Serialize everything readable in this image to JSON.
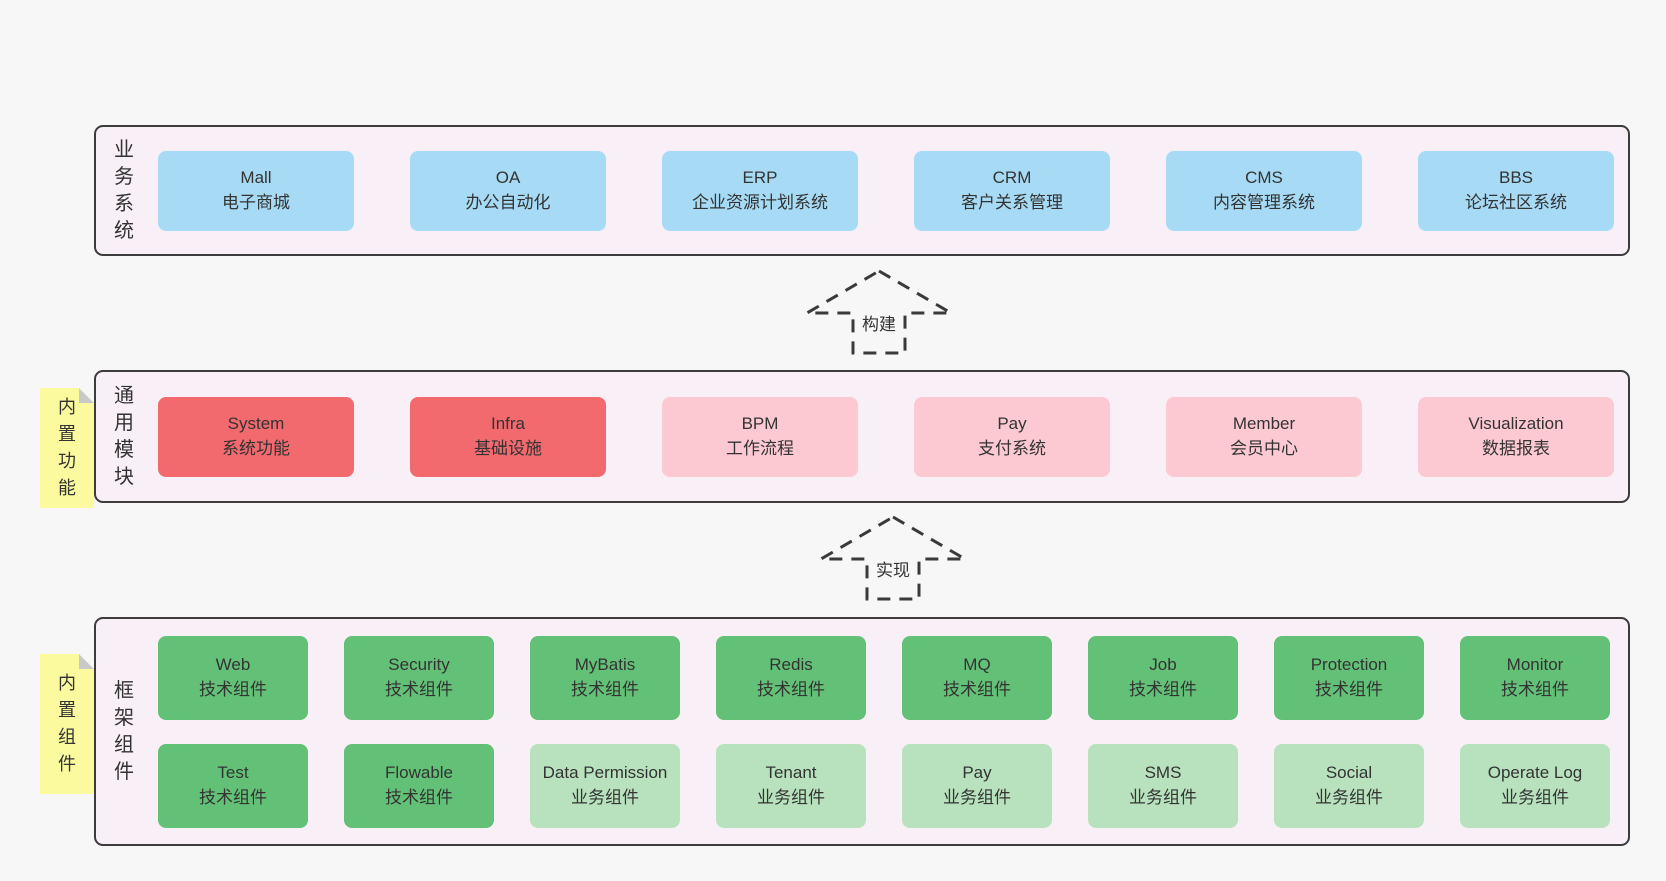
{
  "page": {
    "background": "#f7f7f7"
  },
  "colors": {
    "panel_bg": "#f9eff7",
    "panel_border": "#3c3c3c",
    "box_blue": "#a6daf5",
    "box_red": "#f2696e",
    "box_pink": "#fcc9d2",
    "box_green": "#63c177",
    "box_light_green": "#b8e2bd",
    "sticky_yellow": "#fbfa9e",
    "arrow_dash": "#3a3a3a",
    "text": "#333333"
  },
  "arrows": [
    {
      "label": "构建"
    },
    {
      "label": "实现"
    }
  ],
  "stickies": [
    {
      "label": "内置功能"
    },
    {
      "label": "内置组件"
    }
  ],
  "panels": [
    {
      "side_label": "业务系统",
      "rows": [
        [
          {
            "title": "Mall",
            "subtitle": "电子商城",
            "variant": "blue",
            "name": "box-mall"
          },
          {
            "title": "OA",
            "subtitle": "办公自动化",
            "variant": "blue",
            "name": "box-oa"
          },
          {
            "title": "ERP",
            "subtitle": "企业资源计划系统",
            "variant": "blue",
            "name": "box-erp"
          },
          {
            "title": "CRM",
            "subtitle": "客户关系管理",
            "variant": "blue",
            "name": "box-crm"
          },
          {
            "title": "CMS",
            "subtitle": "内容管理系统",
            "variant": "blue",
            "name": "box-cms"
          },
          {
            "title": "BBS",
            "subtitle": "论坛社区系统",
            "variant": "blue",
            "name": "box-bbs"
          }
        ]
      ]
    },
    {
      "side_label": "通用模块",
      "rows": [
        [
          {
            "title": "System",
            "subtitle": "系统功能",
            "variant": "red",
            "name": "box-system"
          },
          {
            "title": "Infra",
            "subtitle": "基础设施",
            "variant": "red",
            "name": "box-infra"
          },
          {
            "title": "BPM",
            "subtitle": "工作流程",
            "variant": "pink",
            "name": "box-bpm"
          },
          {
            "title": "Pay",
            "subtitle": "支付系统",
            "variant": "pink",
            "name": "box-pay-system"
          },
          {
            "title": "Member",
            "subtitle": "会员中心",
            "variant": "pink",
            "name": "box-member"
          },
          {
            "title": "Visualization",
            "subtitle": "数据报表",
            "variant": "pink",
            "name": "box-visualization"
          }
        ]
      ]
    },
    {
      "side_label": "框架组件",
      "rows": [
        [
          {
            "title": "Web",
            "subtitle": "技术组件",
            "variant": "green",
            "name": "box-web"
          },
          {
            "title": "Security",
            "subtitle": "技术组件",
            "variant": "green",
            "name": "box-security"
          },
          {
            "title": "MyBatis",
            "subtitle": "技术组件",
            "variant": "green",
            "name": "box-mybatis"
          },
          {
            "title": "Redis",
            "subtitle": "技术组件",
            "variant": "green",
            "name": "box-redis"
          },
          {
            "title": "MQ",
            "subtitle": "技术组件",
            "variant": "green",
            "name": "box-mq"
          },
          {
            "title": "Job",
            "subtitle": "技术组件",
            "variant": "green",
            "name": "box-job"
          },
          {
            "title": "Protection",
            "subtitle": "技术组件",
            "variant": "green",
            "name": "box-protection"
          },
          {
            "title": "Monitor",
            "subtitle": "技术组件",
            "variant": "green",
            "name": "box-monitor"
          }
        ],
        [
          {
            "title": "Test",
            "subtitle": "技术组件",
            "variant": "green",
            "name": "box-test"
          },
          {
            "title": "Flowable",
            "subtitle": "技术组件",
            "variant": "green",
            "name": "box-flowable"
          },
          {
            "title": "Data Permission",
            "subtitle": "业务组件",
            "variant": "lightgreen",
            "name": "box-data-permission"
          },
          {
            "title": "Tenant",
            "subtitle": "业务组件",
            "variant": "lightgreen",
            "name": "box-tenant"
          },
          {
            "title": "Pay",
            "subtitle": "业务组件",
            "variant": "lightgreen",
            "name": "box-pay-component"
          },
          {
            "title": "SMS",
            "subtitle": "业务组件",
            "variant": "lightgreen",
            "name": "box-sms"
          },
          {
            "title": "Social",
            "subtitle": "业务组件",
            "variant": "lightgreen",
            "name": "box-social"
          },
          {
            "title": "Operate Log",
            "subtitle": "业务组件",
            "variant": "lightgreen",
            "name": "box-operate-log"
          }
        ]
      ]
    }
  ]
}
